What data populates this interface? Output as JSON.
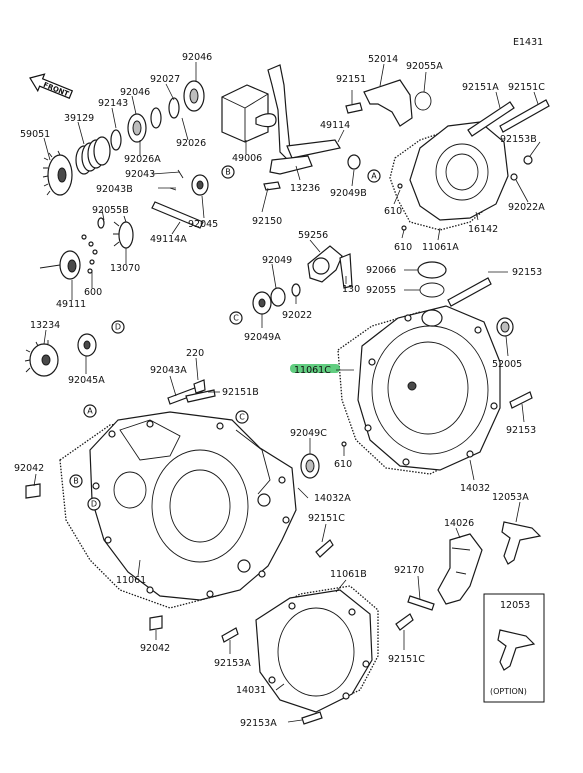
{
  "diagram_ref": "E1431",
  "front_label": "FRONT",
  "option_box": {
    "part_no": "12053",
    "caption": "(OPTION)"
  },
  "labels": [
    {
      "key": "92046_top",
      "text": "92046"
    },
    {
      "key": "92027",
      "text": "92027"
    },
    {
      "key": "92046_b",
      "text": "92046"
    },
    {
      "key": "92143",
      "text": "92143"
    },
    {
      "key": "39129",
      "text": "39129"
    },
    {
      "key": "59051",
      "text": "59051"
    },
    {
      "key": "92026",
      "text": "92026"
    },
    {
      "key": "92026A",
      "text": "92026A"
    },
    {
      "key": "92043",
      "text": "92043"
    },
    {
      "key": "92043B",
      "text": "92043B"
    },
    {
      "key": "92045",
      "text": "92045"
    },
    {
      "key": "49006",
      "text": "49006"
    },
    {
      "key": "92055B",
      "text": "92055B"
    },
    {
      "key": "49114A",
      "text": "49114A"
    },
    {
      "key": "13070",
      "text": "13070"
    },
    {
      "key": "49111",
      "text": "49111"
    },
    {
      "key": "600",
      "text": "600"
    },
    {
      "key": "52014",
      "text": "52014"
    },
    {
      "key": "92151",
      "text": "92151"
    },
    {
      "key": "92055A",
      "text": "92055A"
    },
    {
      "key": "92151A",
      "text": "92151A"
    },
    {
      "key": "92151C_top",
      "text": "92151C"
    },
    {
      "key": "49114",
      "text": "49114"
    },
    {
      "key": "92153B",
      "text": "92153B"
    },
    {
      "key": "92049B",
      "text": "92049B"
    },
    {
      "key": "13236",
      "text": "13236"
    },
    {
      "key": "92150",
      "text": "92150"
    },
    {
      "key": "610_a",
      "text": "610"
    },
    {
      "key": "92022A",
      "text": "92022A"
    },
    {
      "key": "16142",
      "text": "16142"
    },
    {
      "key": "11061A",
      "text": "11061A"
    },
    {
      "key": "610_b",
      "text": "610"
    },
    {
      "key": "59256",
      "text": "59256"
    },
    {
      "key": "92049",
      "text": "92049"
    },
    {
      "key": "92066",
      "text": "92066"
    },
    {
      "key": "92153",
      "text": "92153"
    },
    {
      "key": "130",
      "text": "130"
    },
    {
      "key": "92055",
      "text": "92055"
    },
    {
      "key": "92022",
      "text": "92022"
    },
    {
      "key": "92049A",
      "text": "92049A"
    },
    {
      "key": "13234",
      "text": "13234"
    },
    {
      "key": "92045A",
      "text": "92045A"
    },
    {
      "key": "52005",
      "text": "52005"
    },
    {
      "key": "220",
      "text": "220"
    },
    {
      "key": "92043A",
      "text": "92043A"
    },
    {
      "key": "92151B",
      "text": "92151B"
    },
    {
      "key": "11061C",
      "text": "11061C"
    },
    {
      "key": "92153_r",
      "text": "92153"
    },
    {
      "key": "92049C",
      "text": "92049C"
    },
    {
      "key": "92042_l",
      "text": "92042"
    },
    {
      "key": "610_c",
      "text": "610"
    },
    {
      "key": "14032",
      "text": "14032"
    },
    {
      "key": "14032A",
      "text": "14032A"
    },
    {
      "key": "12053A",
      "text": "12053A"
    },
    {
      "key": "92151C_mid",
      "text": "92151C"
    },
    {
      "key": "14026",
      "text": "14026"
    },
    {
      "key": "11061",
      "text": "11061"
    },
    {
      "key": "11061B",
      "text": "11061B"
    },
    {
      "key": "92170",
      "text": "92170"
    },
    {
      "key": "92042_b",
      "text": "92042"
    },
    {
      "key": "92153A_a",
      "text": "92153A"
    },
    {
      "key": "92151C_bot",
      "text": "92151C"
    },
    {
      "key": "14031",
      "text": "14031"
    },
    {
      "key": "92153A_b",
      "text": "92153A"
    }
  ],
  "refs": [
    {
      "key": "B1",
      "text": "B"
    },
    {
      "key": "A1",
      "text": "A"
    },
    {
      "key": "D1",
      "text": "D"
    },
    {
      "key": "C1",
      "text": "C"
    },
    {
      "key": "A2",
      "text": "A"
    },
    {
      "key": "C2",
      "text": "C"
    },
    {
      "key": "B2",
      "text": "B"
    },
    {
      "key": "D2",
      "text": "D"
    }
  ]
}
